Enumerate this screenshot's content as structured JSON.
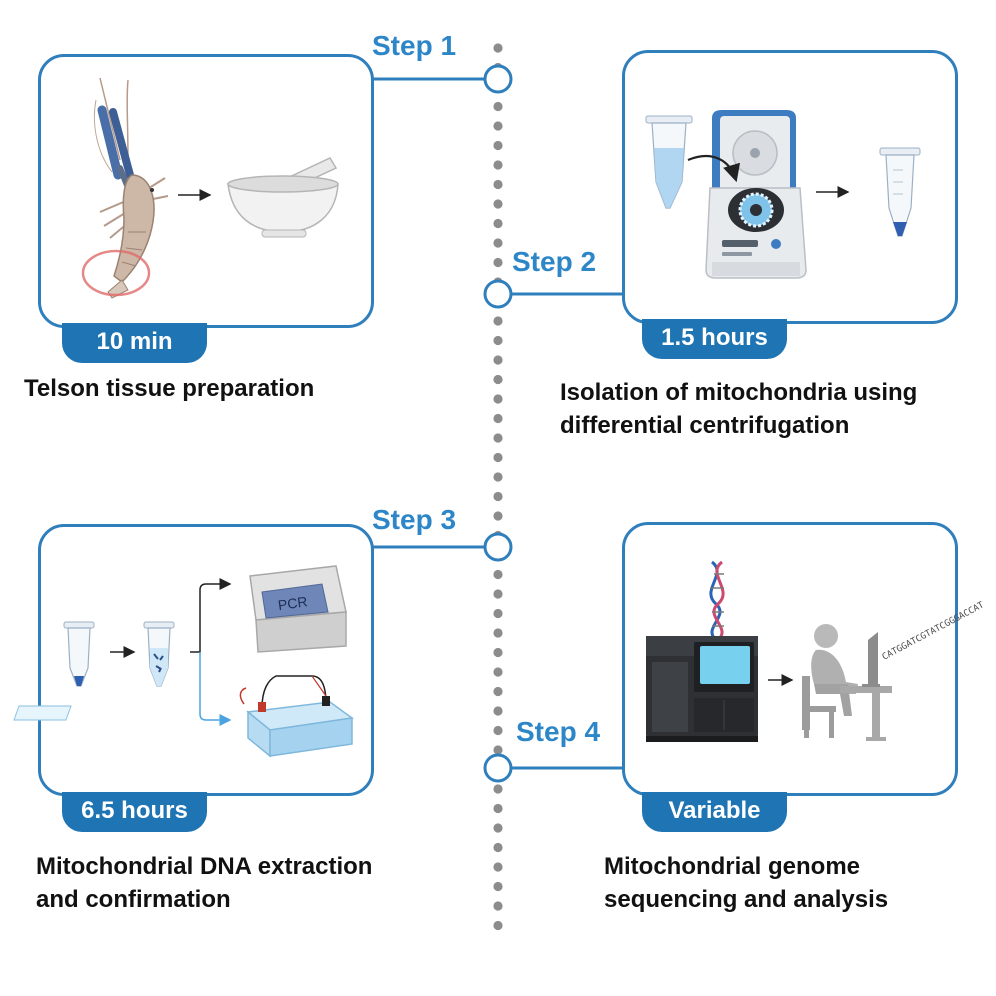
{
  "colors": {
    "accent": "#2f7fbd",
    "tag_fill": "#1f75b4",
    "step_text": "#2d86c7",
    "caption_text": "#111111",
    "timeline_dots": "#8c8c8c"
  },
  "steps": [
    {
      "label": "Step 1",
      "duration": "10 min",
      "caption_lines": [
        "Telson tissue preparation"
      ],
      "icons": [
        "shrimp-icon",
        "arrow-icon",
        "mortar-pestle-icon"
      ]
    },
    {
      "label": "Step 2",
      "duration": "1.5 hours",
      "caption_lines": [
        "Isolation of mitochondria using",
        "differential centrifugation"
      ],
      "icons": [
        "tube-icon",
        "centrifuge-icon",
        "arrow-icon",
        "tube-pellet-icon"
      ]
    },
    {
      "label": "Step 3",
      "duration": "6.5 hours",
      "caption_lines": [
        "Mitochondrial DNA extraction",
        "and confirmation"
      ],
      "icons": [
        "tube-pellet-icon",
        "tube-dna-icon",
        "pcr-machine-icon",
        "gel-electrophoresis-icon"
      ],
      "pcr_label": "PCR"
    },
    {
      "label": "Step 4",
      "duration": "Variable",
      "caption_lines": [
        "Mitochondrial genome",
        "sequencing and analysis"
      ],
      "icons": [
        "dna-helix-icon",
        "sequencer-icon",
        "arrow-icon",
        "person-at-computer-icon"
      ],
      "sequence_text": "CATGGATCGTATCGGGACCAT"
    }
  ]
}
